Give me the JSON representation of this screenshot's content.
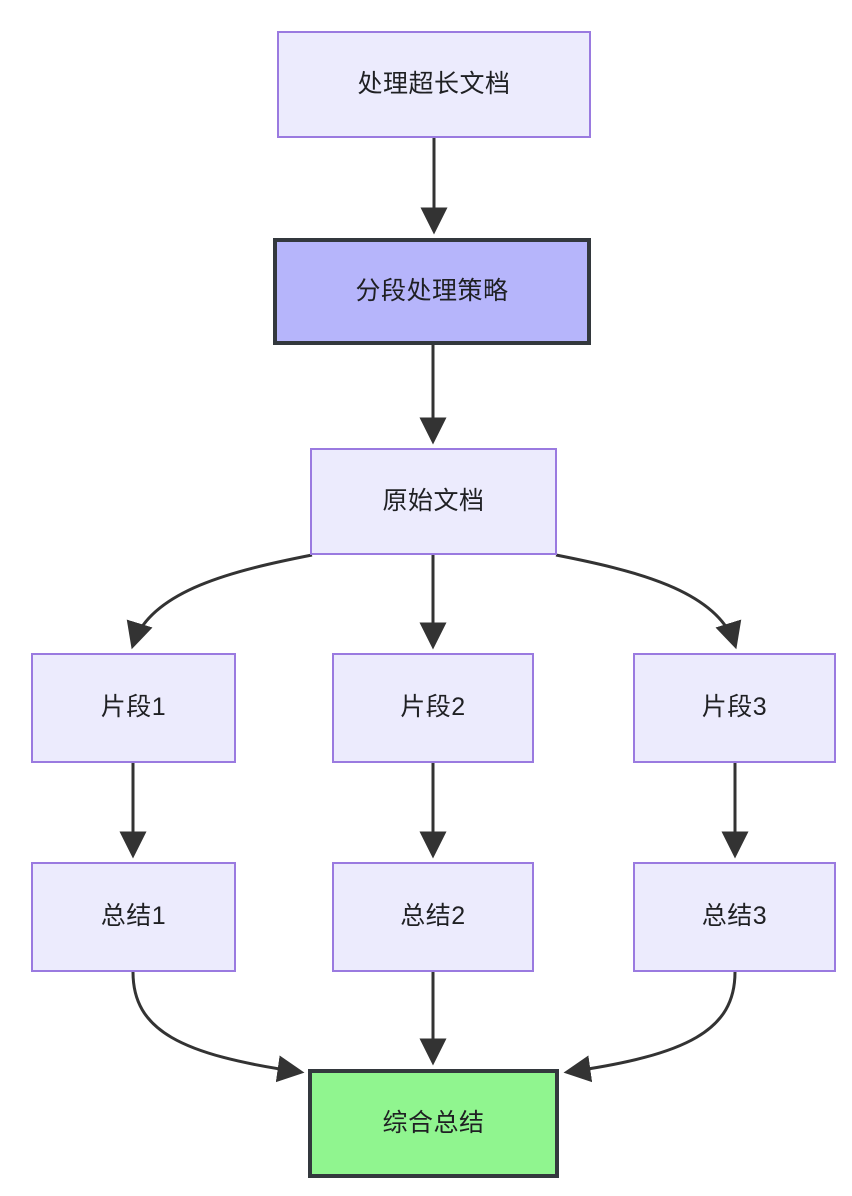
{
  "diagram": {
    "title": "",
    "type": "flowchart",
    "direction": "top-down",
    "background_color": "#ffffff",
    "node_styles": {
      "normal_fill": "#ecebfd",
      "normal_border": "#9a7ae0",
      "highlight_fill": "#b6b5fb",
      "highlight_border": "#33383d",
      "final_fill": "#90f58f",
      "final_border": "#33383d",
      "edge_color": "#333333",
      "text_color": "#1f2023"
    },
    "nodes": {
      "longdoc": {
        "label": "处理超长文档",
        "style": "normal"
      },
      "strategy": {
        "label": "分段处理策略",
        "style": "highlight"
      },
      "source": {
        "label": "原始文档",
        "style": "normal"
      },
      "chunks": [
        {
          "label": "片段1",
          "style": "normal"
        },
        {
          "label": "片段2",
          "style": "normal"
        },
        {
          "label": "片段3",
          "style": "normal"
        }
      ],
      "summaries": [
        {
          "label": "总结1",
          "style": "normal"
        },
        {
          "label": "总结2",
          "style": "normal"
        },
        {
          "label": "总结3",
          "style": "normal"
        }
      ],
      "final": {
        "label": "综合总结",
        "style": "final"
      }
    },
    "edges": [
      {
        "from": "longdoc",
        "to": "strategy",
        "label": ""
      },
      {
        "from": "strategy",
        "to": "source",
        "label": ""
      },
      {
        "from": "source",
        "to": "chunk1",
        "label": ""
      },
      {
        "from": "source",
        "to": "chunk2",
        "label": ""
      },
      {
        "from": "source",
        "to": "chunk3",
        "label": ""
      },
      {
        "from": "chunk1",
        "to": "summary1",
        "label": ""
      },
      {
        "from": "chunk2",
        "to": "summary2",
        "label": ""
      },
      {
        "from": "chunk3",
        "to": "summary3",
        "label": ""
      },
      {
        "from": "summary1",
        "to": "final",
        "label": ""
      },
      {
        "from": "summary2",
        "to": "final",
        "label": ""
      },
      {
        "from": "summary3",
        "to": "final",
        "label": ""
      }
    ]
  }
}
